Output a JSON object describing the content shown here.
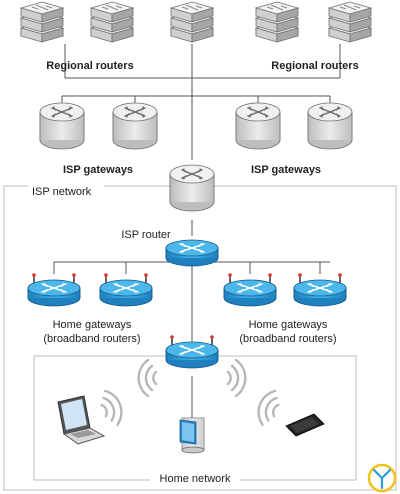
{
  "labels": {
    "regional_routers_left": "Regional routers",
    "regional_routers_right": "Regional routers",
    "isp_gateways_left": "ISP gateways",
    "isp_gateways_right": "ISP gateways",
    "isp_network": "ISP network",
    "isp_router": "ISP router",
    "home_gateways_left_line1": "Home gateways",
    "home_gateways_left_line2": "(broadband routers)",
    "home_gateways_right_line1": "Home gateways",
    "home_gateways_right_line2": "(broadband routers)",
    "home_network": "Home network"
  },
  "colors": {
    "server_light": "#e9e9e9",
    "server_dark": "#a9a9a9",
    "gateway_body": "#d9d9d9",
    "router_blue": "#2a9ad6",
    "router_blue_dark": "#1a6fa8",
    "wifi_wave": "#b5b5b5",
    "line": "#555555",
    "box": "#bfbfbf",
    "logo": "#f2c21b"
  },
  "icons": {
    "regional_router": "stacked-server-icon",
    "isp_gateway": "cylinder-router-icon",
    "isp_router": "router-icon",
    "home_gateway": "wireless-router-icon",
    "laptop": "laptop-icon",
    "desktop": "desktop-computer-icon",
    "phone": "smartphone-icon",
    "wifi": "wifi-waves-icon",
    "logo": "watermark-logo-icon"
  }
}
